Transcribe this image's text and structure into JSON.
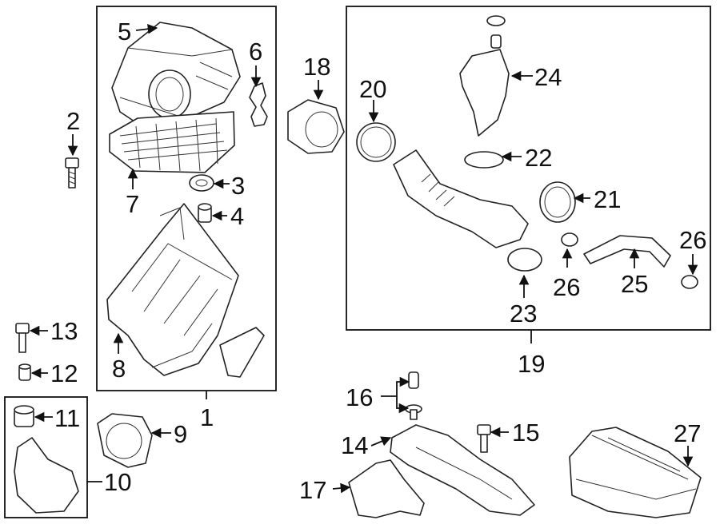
{
  "callouts": {
    "c1": "1",
    "c2": "2",
    "c3": "3",
    "c4": "4",
    "c5": "5",
    "c6": "6",
    "c7": "7",
    "c8": "8",
    "c9": "9",
    "c10": "10",
    "c11": "11",
    "c12": "12",
    "c13": "13",
    "c14": "14",
    "c15": "15",
    "c16": "16",
    "c17": "17",
    "c18": "18",
    "c19": "19",
    "c20": "20",
    "c21": "21",
    "c22": "22",
    "c23": "23",
    "c24": "24",
    "c25": "25",
    "c26a": "26",
    "c26b": "26",
    "c27": "27"
  }
}
